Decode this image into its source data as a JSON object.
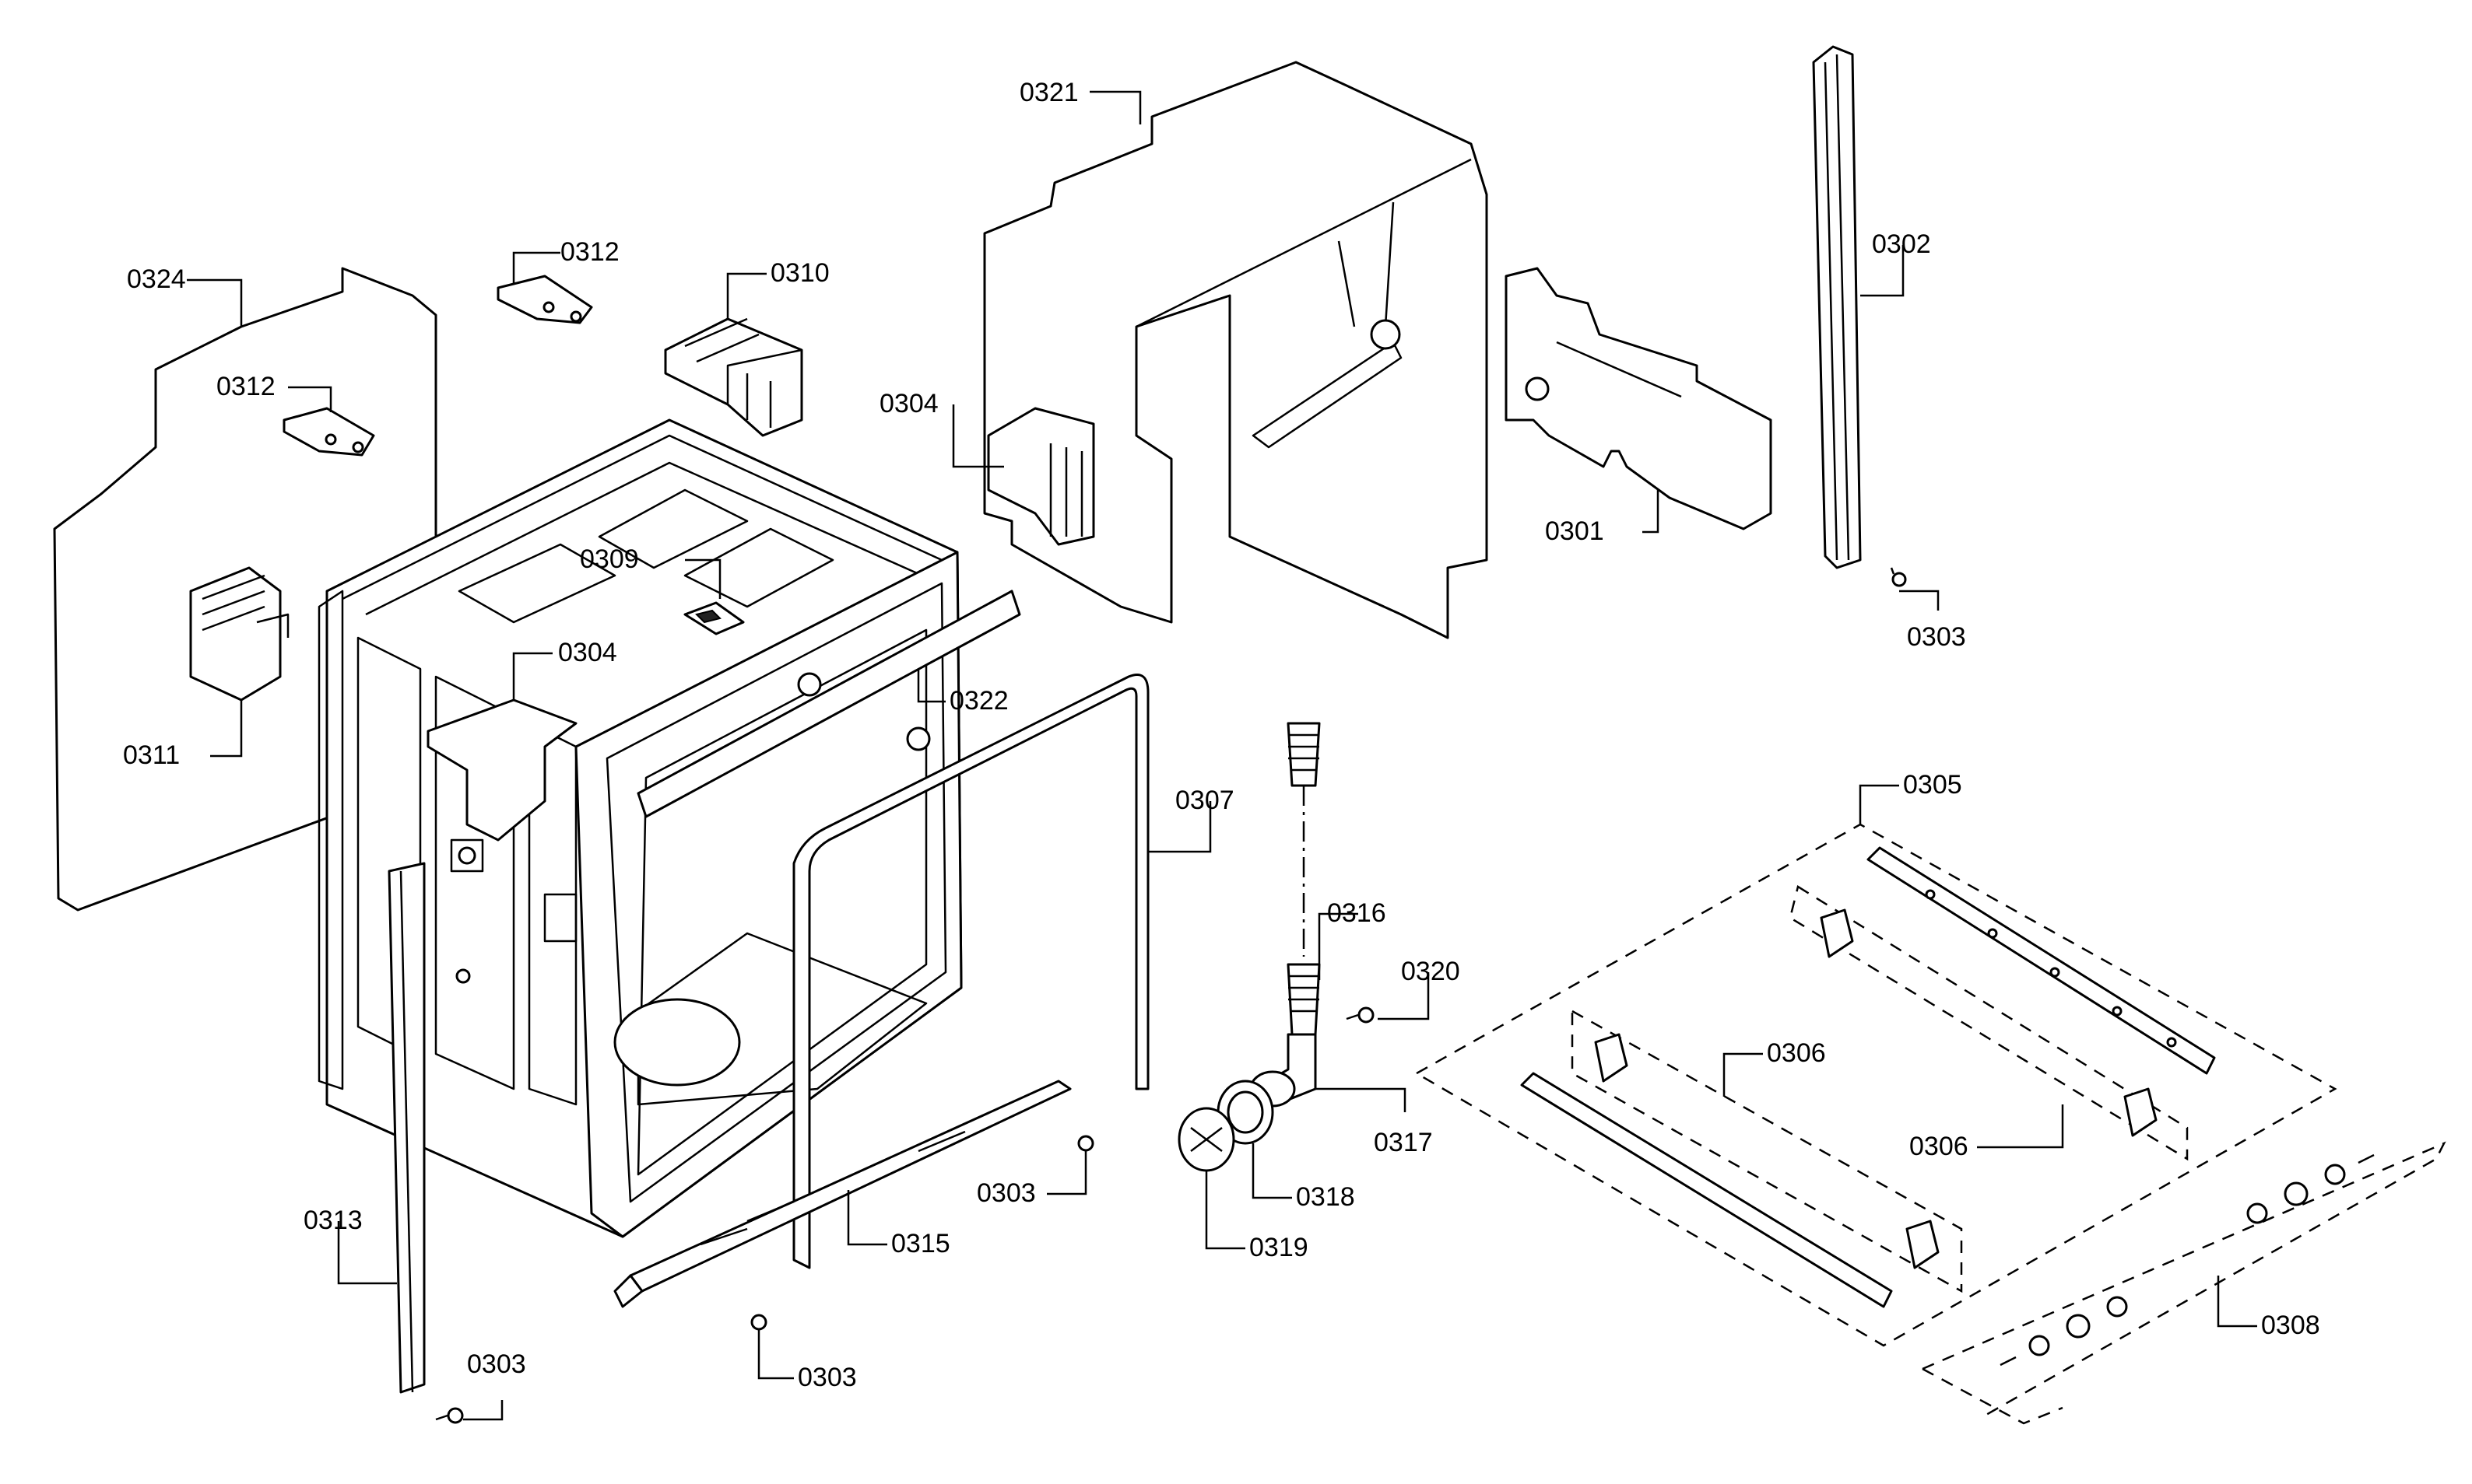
{
  "diagram": {
    "callouts": [
      {
        "id": "c0321",
        "label": "0321"
      },
      {
        "id": "c0302",
        "label": "0302"
      },
      {
        "id": "c0324",
        "label": "0324"
      },
      {
        "id": "c0312a",
        "label": "0312"
      },
      {
        "id": "c0310",
        "label": "0310"
      },
      {
        "id": "c0312b",
        "label": "0312"
      },
      {
        "id": "c0304a",
        "label": "0304"
      },
      {
        "id": "c0301",
        "label": "0301"
      },
      {
        "id": "c0309",
        "label": "0309"
      },
      {
        "id": "c0303a",
        "label": "0303"
      },
      {
        "id": "c0304b",
        "label": "0304"
      },
      {
        "id": "c0322",
        "label": "0322"
      },
      {
        "id": "c0311",
        "label": "0311"
      },
      {
        "id": "c0307",
        "label": "0307"
      },
      {
        "id": "c0305",
        "label": "0305"
      },
      {
        "id": "c0316",
        "label": "0316"
      },
      {
        "id": "c0320",
        "label": "0320"
      },
      {
        "id": "c0306a",
        "label": "0306"
      },
      {
        "id": "c0306b",
        "label": "0306"
      },
      {
        "id": "c0317",
        "label": "0317"
      },
      {
        "id": "c0303b",
        "label": "0303"
      },
      {
        "id": "c0318",
        "label": "0318"
      },
      {
        "id": "c0313",
        "label": "0313"
      },
      {
        "id": "c0315",
        "label": "0315"
      },
      {
        "id": "c0319",
        "label": "0319"
      },
      {
        "id": "c0308",
        "label": "0308"
      },
      {
        "id": "c0303c",
        "label": "0303"
      },
      {
        "id": "c0303d",
        "label": "0303"
      }
    ]
  }
}
